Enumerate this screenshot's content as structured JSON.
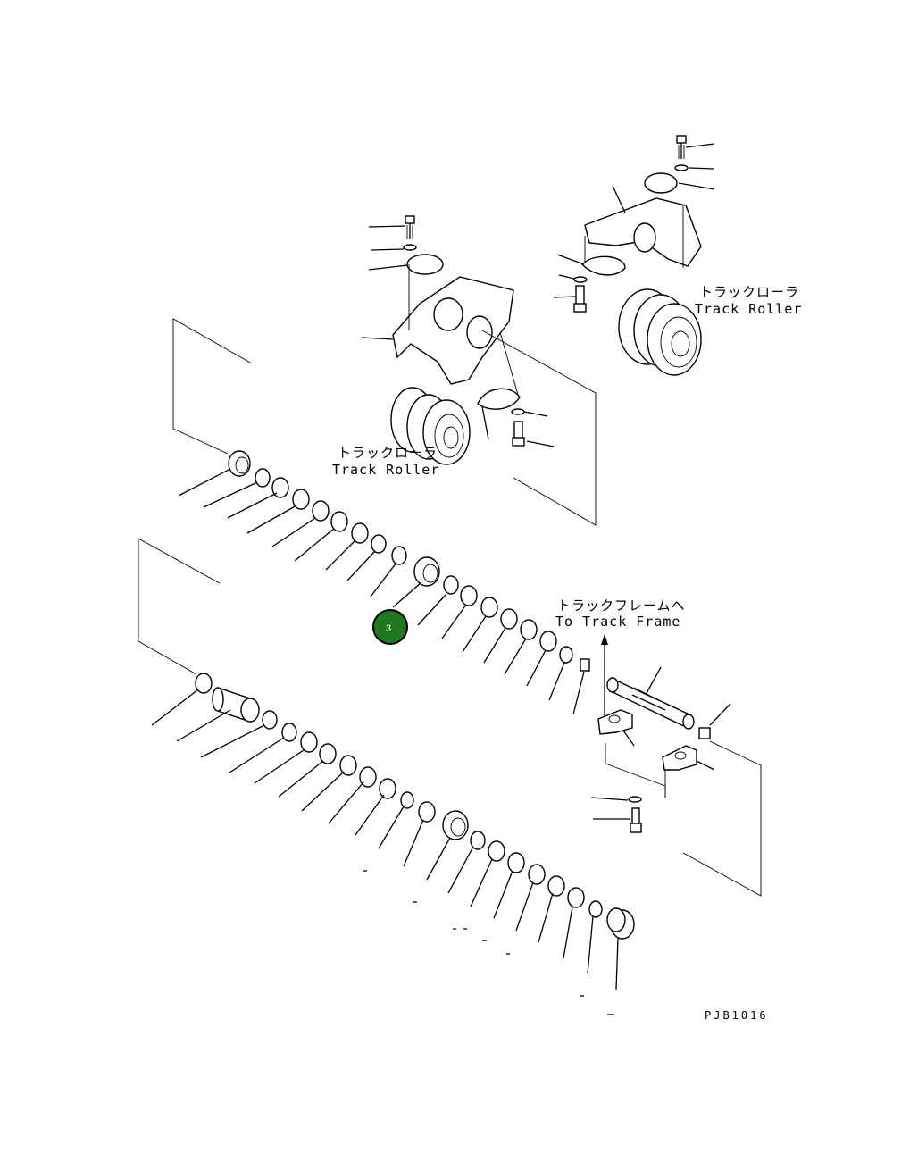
{
  "diagram": {
    "labels": {
      "track_roller_upper": {
        "ja": "トラックローラ",
        "en": "Track Roller"
      },
      "track_roller_lower": {
        "ja": "トラックローラ",
        "en": "Track Roller"
      },
      "track_frame": {
        "ja": "トラックフレームへ",
        "en": "To Track Frame"
      },
      "drawing_code": "PJB1016"
    },
    "callout": {
      "number": "3",
      "color": "#1f7a1f"
    }
  }
}
